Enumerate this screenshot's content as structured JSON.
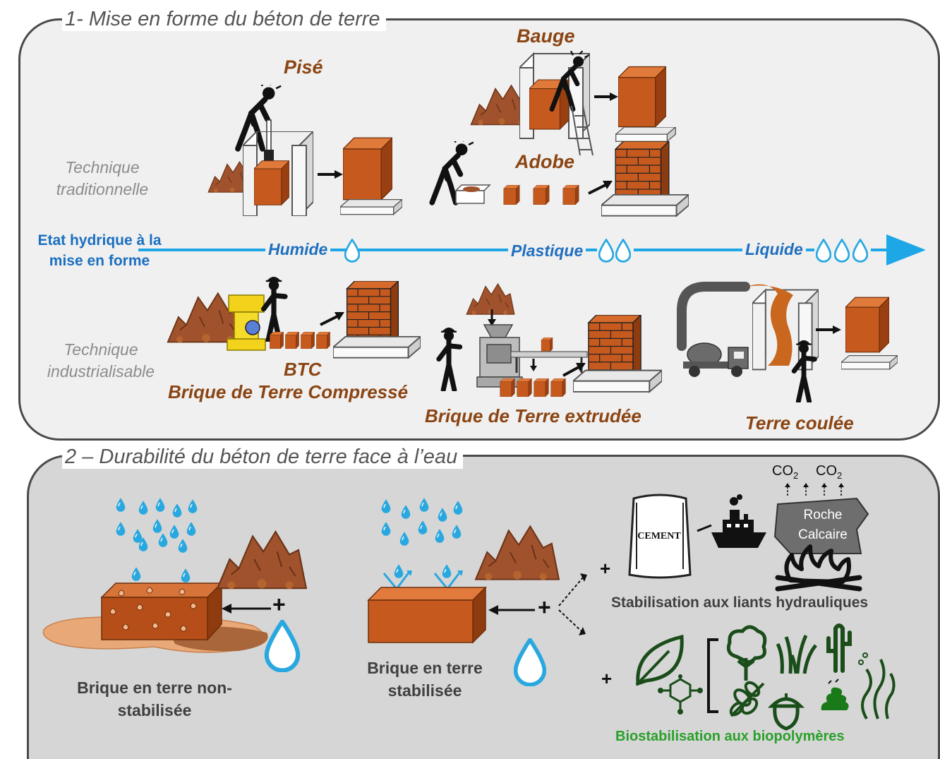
{
  "section1": {
    "title": "1- Mise en forme du béton de terre",
    "row_traditional_label": "Technique traditionnelle",
    "row_industrial_label": "Technique industrialisable",
    "axis_label": "Etat hydrique à la mise en forme",
    "axis_states": [
      "Humide",
      "Plastique",
      "Liquide"
    ],
    "techniques": {
      "pise": "Pisé",
      "bauge": "Bauge",
      "adobe": "Adobe",
      "btc": "BTC",
      "btc_full": "Brique de Terre Compressé",
      "extruded": "Brique de Terre extrudée",
      "poured": "Terre coulée"
    }
  },
  "section2": {
    "title": "2 – Durabilité du béton de terre face à l’eau",
    "unstabilized_label": "Brique en terre non-stabilisée",
    "stabilized_label": "Brique en terre stabilisée",
    "cement_label": "CEMENT",
    "co2_label": "CO",
    "co2_sub": "2",
    "limestone_label": "Roche Calcaire",
    "hydraulic_label": "Stabilisation aux liants hydrauliques",
    "bio_label": "Biostabilisation aux biopolymères",
    "plus_sign": "+"
  },
  "colors": {
    "brick": "#c65a1e",
    "brick_dark": "#8f3b10",
    "soil": "#a0522d",
    "water": "#29a8e0",
    "axis_blue": "#1ea7e6",
    "panel_bg_light": "#f0f0f0",
    "panel_bg_dark": "#d6d6d6",
    "green": "#2aa02a"
  }
}
